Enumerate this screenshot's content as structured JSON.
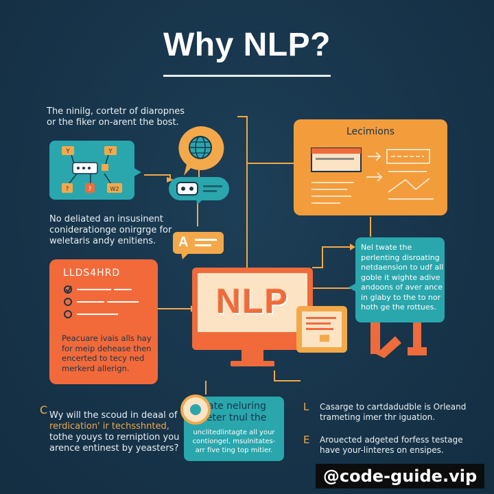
{
  "title": "Why NLP?",
  "top_left_text": [
    "The ninilg, cortetr of diaropnes",
    "or the fiker on-arent the bost."
  ],
  "mid_left_text": [
    "No deliated an insusinent",
    "coniderationge onirgrge for",
    "weletaris andy enitiens."
  ],
  "letter_a": "A",
  "orange_card": {
    "title": "Lecimions"
  },
  "red_card": {
    "title": "LLDS4HRD",
    "body": [
      "Peacuare ivais alls hay",
      "for meip dehease then",
      "encerted to tecy ned",
      "merkerd allerign."
    ]
  },
  "teal_card_right": {
    "body": [
      "Nel twate the",
      "perlenting disroating",
      "netdaension to udf all",
      "goble it wighte adive",
      "andoons of aver ance",
      "in glaby to the to nor",
      "hoth ge the rottues."
    ]
  },
  "center_screen": {
    "label": "NLP"
  },
  "bottom_center_card": {
    "body": [
      "Sate neluring",
      "seter tnul the",
      "unclitedlintagte all your",
      "contiongel, msulnitates-",
      "arr five ting top mitier."
    ]
  },
  "bottom_left": {
    "marker": "C",
    "lines": [
      "Wy will the scoud in deaal of",
      "rerdication' ir techsshnted,",
      "tothe youys to rerniption you",
      "arence entinest by yeasters?"
    ]
  },
  "bottom_right_1": {
    "marker": "L",
    "lines": [
      "Casarge to cartdadudble is Orleand",
      "trameting imer thr iguation."
    ]
  },
  "bottom_right_2": {
    "marker": "E",
    "lines": [
      "Arouected adgeted forfess testage",
      "have your-linteres on ensipes."
    ]
  },
  "teal_card_left": {
    "bubbles": [
      "Y",
      "Y",
      "?",
      "?",
      "W2"
    ]
  },
  "watermark": "@code-guide.vip",
  "colors": {
    "background": "#17344a",
    "teal": "#2aa6ad",
    "orange": "#f39c3b",
    "red_orange": "#f26a3a",
    "cream": "#fbe3c4"
  },
  "icons": [
    "globe-icon",
    "chat-bubble-icon",
    "robot-icon",
    "monitor-icon",
    "checklist-icon",
    "document-icon",
    "arrow-icon"
  ]
}
